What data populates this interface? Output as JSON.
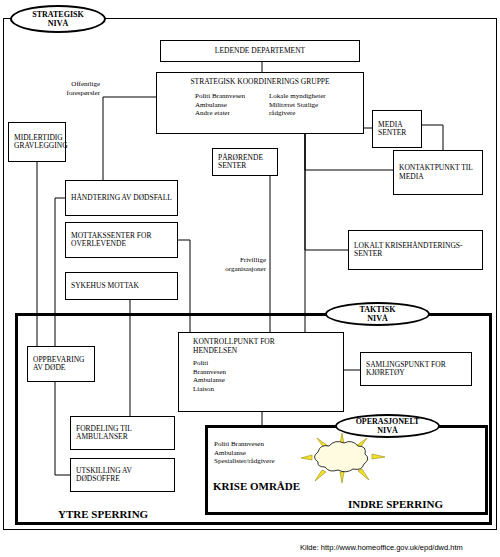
{
  "diagram": {
    "nodes": [
      {
        "text": [
          "STRATEGISK NIVÅ"
        ]
      },
      {
        "text": [
          "LEDENDE DEPARTEMENT"
        ],
        "in": 0
      },
      {
        "text": [
          "STRATEGISK KOORDINERINGS GRUPPE",
          "Politi Brannvesen Ambulanse Andre etater",
          "Lokale myndigheter Militæret Statlige rådgivere"
        ],
        "in": 0
      },
      {
        "text": [
          "MIDLERTIDIG GRAVLEGGING"
        ],
        "in": 0
      },
      {
        "text": [
          "MEDIA SENTER"
        ],
        "in": 0
      },
      {
        "text": [
          "HÅNDTERING AV DØDSFALL"
        ],
        "in": 0
      },
      {
        "text": [
          "PÅRØRENDE SENTER"
        ],
        "in": 0
      },
      {
        "text": [
          "KONTAKTPUNKT TIL MEDIA"
        ],
        "in": 0
      },
      {
        "text": [
          "MOTTAKSSENTER FOR OVERLEVENDE"
        ],
        "in": 0
      },
      {
        "text": [
          "LOKALT KRISEHÅNDTERINGS- SENTER"
        ],
        "in": 0
      },
      {
        "text": [
          "SYKEHUS MOTTAK"
        ],
        "in": 0
      },
      {
        "text": [
          "TAKTISK NIVÅ",
          "YTRE SPERRING"
        ],
        "in": 0
      },
      {
        "text": [
          "OPPBEVARING AV DØDE"
        ],
        "in": 11
      },
      {
        "text": [
          "KONTROLLPUNKT FOR HENDELSEN",
          "Politi Brannvesen Ambulanse Liaison"
        ],
        "in": 11
      },
      {
        "text": [
          "SAMLINGSPUNKT FOR KJØRETØY"
        ],
        "in": 11
      },
      {
        "text": [
          "FORDELING TIL AMBULANSER"
        ],
        "in": 11
      },
      {
        "text": [
          "OPERASJONELT NIVÅ",
          "Politi Brannvesen Ambulanse Spesialister/rådgivere",
          "KRISE OMRÅDE",
          "INDRE SPERRING"
        ],
        "in": 11
      },
      {
        "text": [
          "UTSKILLING AV DØDSOFFRE"
        ],
        "in": 11
      }
    ],
    "edges": [
      {
        "from": 1,
        "to": 2,
        "arrow": "none"
      },
      {
        "from": 2,
        "to": 5,
        "arrow": "none"
      },
      {
        "from": 2,
        "to": 4,
        "arrow": "none"
      },
      {
        "from": 4,
        "to": 7,
        "arrow": "none"
      },
      {
        "from": 2,
        "to": 7,
        "arrow": "none"
      },
      {
        "from": 2,
        "to": 9,
        "arrow": "none"
      },
      {
        "from": 2,
        "to": 13,
        "arrow": "none"
      },
      {
        "from": 6,
        "to": 13,
        "arrow": "none"
      },
      {
        "from": 3,
        "to": 12,
        "arrow": "none"
      },
      {
        "from": 5,
        "to": 12,
        "arrow": "none"
      },
      {
        "from": 12,
        "to": 17,
        "arrow": "none"
      },
      {
        "from": 8,
        "to": 13,
        "arrow": "none"
      },
      {
        "from": 10,
        "to": 15,
        "arrow": "none"
      },
      {
        "from": 13,
        "to": 14,
        "arrow": "none"
      },
      {
        "from": 13,
        "to": 16,
        "arrow": "none"
      }
    ],
    "labels": [
      "Offentlige forespørsler",
      "Frivillige organisasjoner",
      "Kilde: http://www.homeoffice.gov.uk/epd/dwd.htm"
    ]
  }
}
